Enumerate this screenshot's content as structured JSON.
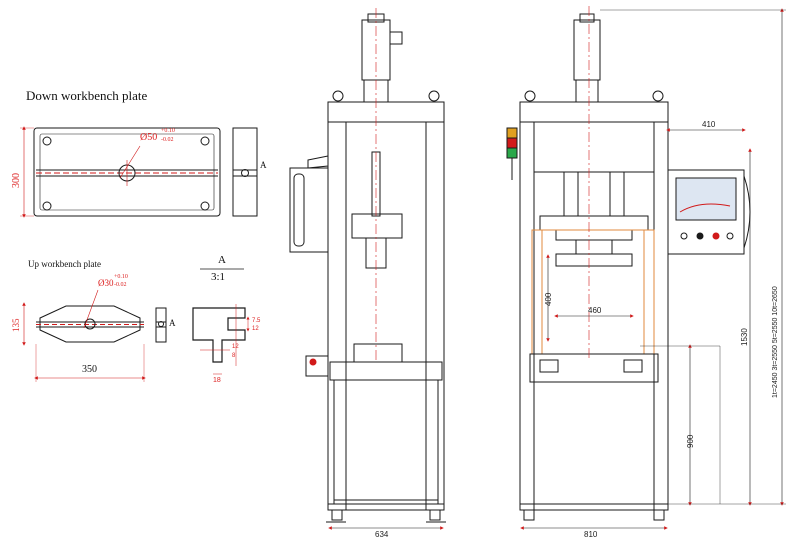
{
  "titles": {
    "down_plate": "Down workbench plate",
    "up_plate": "Up workbench plate"
  },
  "section": {
    "name": "A",
    "scale": "3:1"
  },
  "down_plate": {
    "width_label": "300",
    "hole_label": "Ø50",
    "tol_upper": "+0.10",
    "tol_lower": "-0.02",
    "view_ref": "A"
  },
  "up_plate": {
    "height_label": "135",
    "width_label": "350",
    "hole_label": "Ø30",
    "tol_upper": "+0.10",
    "tol_lower": "-0.02",
    "view_ref": "A"
  },
  "detail": {
    "depth_label": "7.5",
    "depth_label2": "12",
    "small_dims": [
      "12",
      "8"
    ],
    "width_label": "18"
  },
  "front_view": {
    "width_label": "634"
  },
  "side_view": {
    "width_label": "810",
    "offset_label": "410",
    "stroke_label": "400",
    "inner_width_label": "460",
    "table_height_label": "900",
    "overall_height_label": "1530",
    "variants_label": "1t=2450 3t=2550 5t=2550 10t=2650"
  },
  "colors": {
    "line": "#1a1a1a",
    "dimension": "#d11a1a",
    "guide": "#e08a3c",
    "screen": "#dde6f2"
  }
}
